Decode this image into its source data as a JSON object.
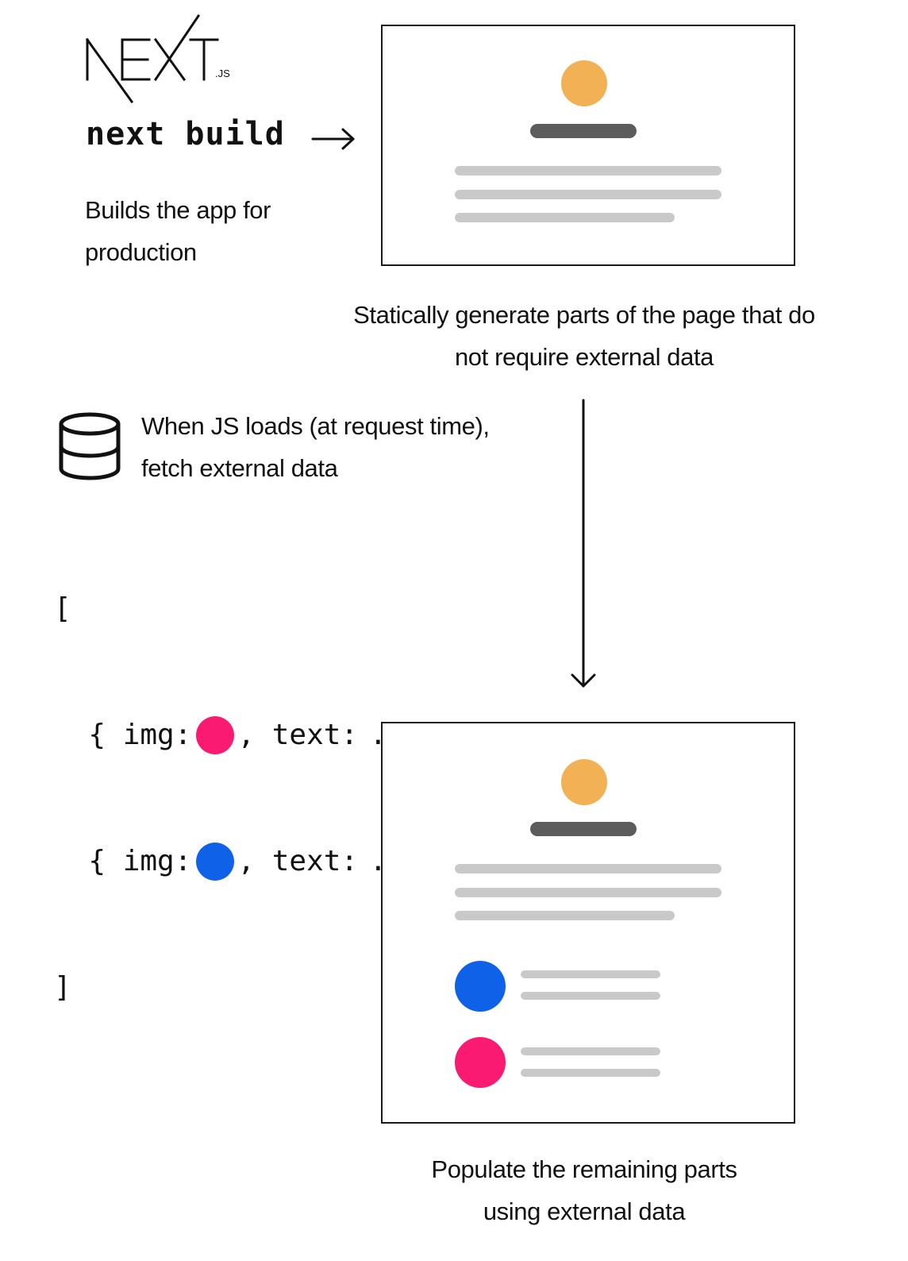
{
  "logo": {
    "wordmark": "NEXT",
    "suffix": ".JS"
  },
  "command": "next build",
  "captions": {
    "build": [
      "Builds the app for",
      "production"
    ],
    "static": [
      "Statically generate parts of the page that do",
      "not require external data"
    ],
    "fetch": [
      "When JS loads (at request time),",
      "fetch external data"
    ],
    "populate": [
      "Populate the remaining parts",
      "using external data"
    ]
  },
  "code": {
    "open": "[",
    "close": "]",
    "rows": [
      {
        "before": "  { img:",
        "after": ", text: … },",
        "color": "#fb1a72"
      },
      {
        "before": "  { img:",
        "after": ", text: … },",
        "color": "#0f62e8"
      }
    ]
  },
  "colors": {
    "avatar": "#f2b155",
    "title_bar": "#5c5c5c",
    "text_line": "#c9c9c9",
    "pink": "#fb1a72",
    "blue": "#0f62e8"
  },
  "icons": {
    "database": "database-icon",
    "arrow_right": "arrow-right-icon",
    "arrow_down": "arrow-down-icon"
  }
}
